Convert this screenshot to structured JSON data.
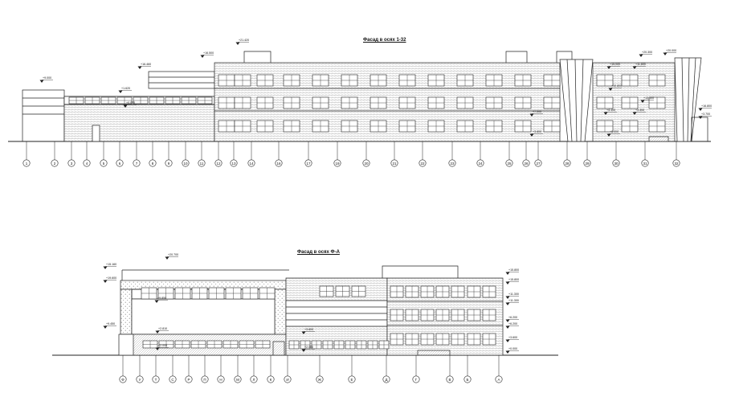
{
  "drawing": {
    "facade_top": {
      "title": "Фасад в осях 1-32",
      "axes": [
        "1",
        "2",
        "3",
        "4",
        "5",
        "6",
        "7",
        "8",
        "9",
        "10",
        "11",
        "12",
        "13",
        "14",
        "16",
        "17",
        "19",
        "20",
        "21",
        "22",
        "23",
        "24",
        "25",
        "26",
        "27",
        "28",
        "29",
        "30",
        "31",
        "32"
      ],
      "level_marks": [
        "+9.000",
        "+1.620",
        "+0.000",
        "+21.420",
        "+16.500",
        "+16.460",
        "+20.300",
        "+15.000",
        "+11.800",
        "+10.800",
        "+13.100",
        "+7.000",
        "+4.100",
        "+3.300",
        "+3.600",
        "+0.000",
        "+20.000",
        "+16.800",
        "+3.700"
      ]
    },
    "facade_bottom": {
      "title": "Фасад в осях Ф-А",
      "axes": [
        "Ф",
        "У",
        "Т",
        "С",
        "Р",
        "П",
        "Н",
        "М",
        "Л",
        "К",
        "И",
        "Ж",
        "Е",
        "Д",
        "Г",
        "В",
        "Б",
        "А"
      ],
      "level_marks": [
        "+20.700",
        "+15.160",
        "+19.600",
        "+9.850",
        "+9.450",
        "+2.810",
        "+2.000",
        "+3.600",
        "+2.000",
        "+15.800",
        "+15.800",
        "+11.300",
        "+11.300",
        "+6.200",
        "+6.200",
        "+3.600",
        "+0.000"
      ]
    },
    "colors": {
      "line": "#222222",
      "hatch": "#8a8a8a",
      "background": "#ffffff"
    }
  }
}
